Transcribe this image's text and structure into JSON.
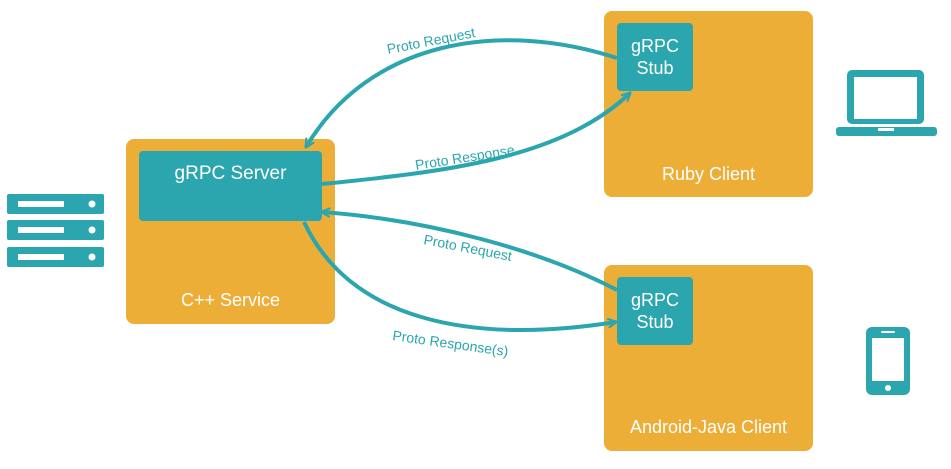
{
  "service": {
    "server_label": "gRPC Server",
    "service_label": "C++ Service"
  },
  "ruby_client": {
    "stub_line1": "gRPC",
    "stub_line2": "Stub",
    "client_label": "Ruby Client"
  },
  "android_client": {
    "stub_line1": "gRPC",
    "stub_line2": "Stub",
    "client_label": "Android-Java Client"
  },
  "arrows": {
    "ruby_request": "Proto Request",
    "ruby_response": "Proto Response",
    "android_request": "Proto Request",
    "android_response": "Proto Response(s)"
  },
  "icons": {
    "server": "server-rack-icon",
    "laptop": "laptop-icon",
    "phone": "mobile-phone-icon"
  },
  "colors": {
    "box": "#EDAE38",
    "accent": "#2BA6AE",
    "text_on_color": "#FFFFFF"
  }
}
